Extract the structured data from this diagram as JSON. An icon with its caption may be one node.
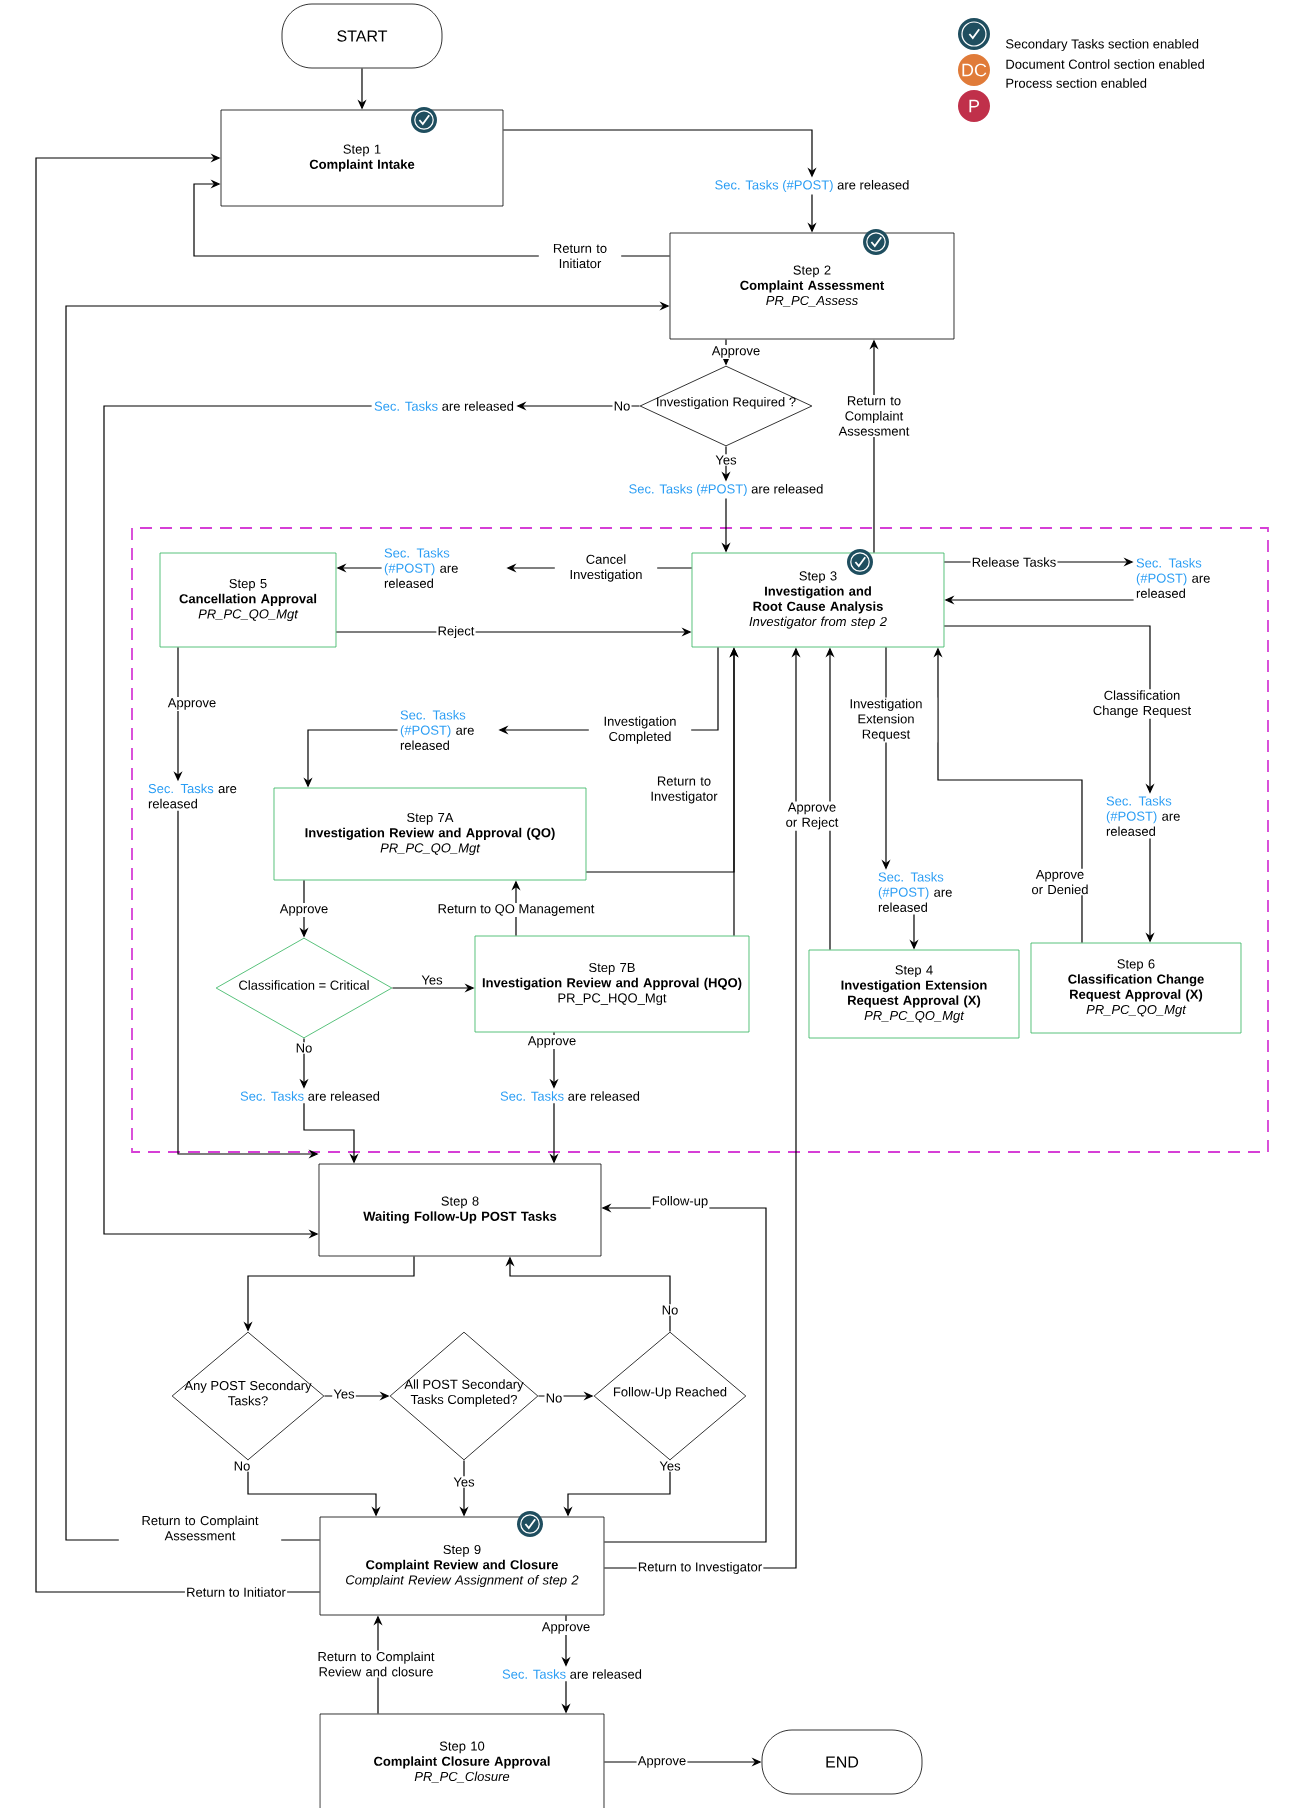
{
  "diagram": {
    "nodes": [
      {
        "text": [
          "START"
        ]
      },
      {
        "text": [
          "Step 1",
          "Complaint Intake"
        ]
      },
      {
        "text": [
          "Sec. Tasks (#POST)",
          "are released"
        ]
      },
      {
        "text": [
          "Step 2",
          "Complaint Assessment",
          "PR_PC_Assess"
        ]
      },
      {
        "text": [
          "Investigation Required ?"
        ]
      },
      {
        "text": [
          "Sec. Tasks",
          "are released"
        ]
      },
      {
        "text": [
          "Sec. Tasks (#POST)",
          "are released"
        ]
      },
      {
        "text": [
          "Step 5",
          "Cancellation Approval",
          "PR_PC_QO_Mgt"
        ]
      },
      {
        "text": [
          "Sec. Tasks (#POST)",
          "are released"
        ]
      },
      {
        "text": [
          "Step 3",
          "Investigation and Root Cause Analysis",
          "Investigator from step 2"
        ]
      },
      {
        "text": [
          "Sec. Tasks (#POST)",
          "are released"
        ]
      },
      {
        "text": [
          "Sec. Tasks",
          "are released"
        ]
      },
      {
        "text": [
          "Sec. Tasks (#POST)",
          "are released"
        ]
      },
      {
        "text": [
          "Sec. Tasks (#POST)",
          "are released"
        ]
      },
      {
        "text": [
          "Step 7A",
          "Investigation Review and Approval (QO)",
          "PR_PC_QO_Mgt"
        ]
      },
      {
        "text": [
          "Sec. Tasks (#POST)",
          "are released"
        ]
      },
      {
        "text": [
          "Classification = Critical"
        ]
      },
      {
        "text": [
          "Step 7B",
          "Investigation Review and Approval (HQO)",
          "PR_PC_HQO_Mgt"
        ]
      },
      {
        "text": [
          "Step 4",
          "Investigation Extension Request Approval (X)",
          "PR_PC_QO_Mgt"
        ]
      },
      {
        "text": [
          "Step 6",
          "Classification Change Request Approval (X)",
          "PR_PC_QO_Mgt"
        ]
      },
      {
        "text": [
          "Sec. Tasks",
          "are released"
        ]
      },
      {
        "text": [
          "Sec. Tasks",
          "are released"
        ]
      },
      {
        "text": [
          "Step 8",
          "Waiting Follow-Up POST Tasks"
        ]
      },
      {
        "text": [
          "Any POST Secondary Tasks?"
        ]
      },
      {
        "text": [
          "All POST Secondary Tasks Completed?"
        ]
      },
      {
        "text": [
          "Follow-Up Reached"
        ]
      },
      {
        "text": [
          "Step 9",
          "Complaint Review and Closure",
          "Complaint Review Assignment of step 2"
        ]
      },
      {
        "text": [
          "Sec. Tasks",
          "are released"
        ]
      },
      {
        "text": [
          "Step 10",
          "Complaint Closure Approval",
          "PR_PC_Closure"
        ]
      },
      {
        "text": [
          "END"
        ]
      }
    ],
    "edges": [
      {
        "from": 0,
        "to": 1,
        "arrow": "to"
      },
      {
        "from": 1,
        "to": 2,
        "arrow": "to"
      },
      {
        "from": 2,
        "to": 3,
        "arrow": "to"
      },
      {
        "from": 3,
        "to": 1,
        "arrow": "to",
        "label": "Return to Initiator"
      },
      {
        "from": 26,
        "to": 1,
        "arrow": "to",
        "label": "Return to Initiator"
      },
      {
        "from": 26,
        "to": 3,
        "arrow": "to",
        "label": "Return to Complaint Assessment"
      },
      {
        "from": 3,
        "to": 4,
        "arrow": "to",
        "label": "Approve"
      },
      {
        "from": 4,
        "to": 5,
        "arrow": "to",
        "label": "No"
      },
      {
        "from": 5,
        "to": 22,
        "arrow": "to"
      },
      {
        "from": 4,
        "to": 6,
        "arrow": "to",
        "label": "Yes"
      },
      {
        "from": 6,
        "to": 9,
        "arrow": "to"
      },
      {
        "from": 9,
        "to": 3,
        "arrow": "to",
        "label": "Return to Complaint Assessment"
      },
      {
        "from": 9,
        "to": 8,
        "arrow": "to",
        "label": "Cancel Investigation"
      },
      {
        "from": 8,
        "to": 7,
        "arrow": "to"
      },
      {
        "from": 7,
        "to": 9,
        "arrow": "to",
        "label": "Reject"
      },
      {
        "from": 9,
        "to": 10,
        "arrow": "to",
        "label": "Release Tasks"
      },
      {
        "from": 10,
        "to": 9,
        "arrow": "to"
      },
      {
        "from": 9,
        "to": 13,
        "arrow": "to",
        "label": "Classification Change Request"
      },
      {
        "from": 13,
        "to": 19,
        "arrow": "to"
      },
      {
        "from": 19,
        "to": 9,
        "arrow": "to",
        "label": "Approve or Denied"
      },
      {
        "from": 9,
        "to": 15,
        "arrow": "to",
        "label": "Investigation Extension Request"
      },
      {
        "from": 15,
        "to": 18,
        "arrow": "to"
      },
      {
        "from": 18,
        "to": 9,
        "arrow": "to",
        "label": "Approve or Reject"
      },
      {
        "from": 9,
        "to": 12,
        "arrow": "to",
        "label": "Investigation Completed"
      },
      {
        "from": 12,
        "to": 14,
        "arrow": "to"
      },
      {
        "from": 7,
        "to": 11,
        "arrow": "to",
        "label": "Approve"
      },
      {
        "from": 11,
        "to": 22,
        "arrow": "to"
      },
      {
        "from": 14,
        "to": 9,
        "arrow": "to",
        "label": "Return to Investigator"
      },
      {
        "from": 17,
        "to": 9,
        "arrow": "to"
      },
      {
        "from": 17,
        "to": 14,
        "arrow": "to",
        "label": "Return to QO Management"
      },
      {
        "from": 14,
        "to": 16,
        "arrow": "to",
        "label": "Approve"
      },
      {
        "from": 16,
        "to": 17,
        "arrow": "to",
        "label": "Yes"
      },
      {
        "from": 16,
        "to": 20,
        "arrow": "to",
        "label": "No"
      },
      {
        "from": 17,
        "to": 21,
        "arrow": "to",
        "label": "Approve"
      },
      {
        "from": 20,
        "to": 22,
        "arrow": "to"
      },
      {
        "from": 21,
        "to": 22,
        "arrow": "to"
      },
      {
        "from": 22,
        "to": 23,
        "arrow": "to"
      },
      {
        "from": 23,
        "to": 24,
        "arrow": "to",
        "label": "Yes"
      },
      {
        "from": 24,
        "to": 25,
        "arrow": "to",
        "label": "No"
      },
      {
        "from": 25,
        "to": 22,
        "arrow": "to",
        "label": "No"
      },
      {
        "from": 23,
        "to": 26,
        "arrow": "to",
        "label": "No"
      },
      {
        "from": 24,
        "to": 26,
        "arrow": "to",
        "label": "Yes"
      },
      {
        "from": 25,
        "to": 26,
        "arrow": "to",
        "label": "Yes"
      },
      {
        "from": 26,
        "to": 22,
        "arrow": "to",
        "label": "Follow-up"
      },
      {
        "from": 26,
        "to": 9,
        "arrow": "to",
        "label": "Return to Investigator"
      },
      {
        "from": 26,
        "to": 27,
        "arrow": "to",
        "label": "Approve"
      },
      {
        "from": 27,
        "to": 28,
        "arrow": "to"
      },
      {
        "from": 28,
        "to": 26,
        "arrow": "to",
        "label": "Return to Complaint Review and closure"
      },
      {
        "from": 28,
        "to": 29,
        "arrow": "to",
        "label": "Approve"
      }
    ],
    "labels": [
      "DC",
      "P"
    ],
    "legend": [
      {
        "text": "Secondary Tasks section enabled"
      },
      {
        "text": "Document Control section enabled"
      },
      {
        "text": "Process section enabled"
      }
    ]
  }
}
